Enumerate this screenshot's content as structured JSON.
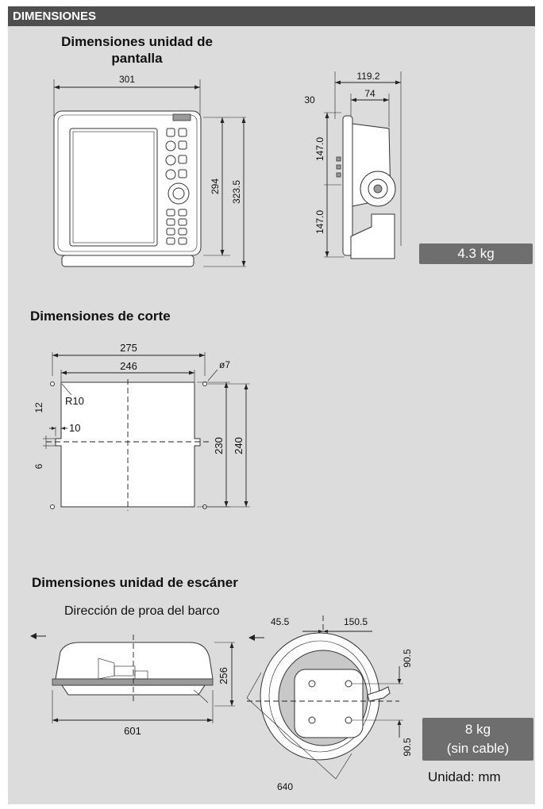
{
  "header": {
    "title": "DIMENSIONES"
  },
  "display_unit": {
    "title": "Dimensiones unidad de pantalla",
    "width": "301",
    "height_inner": "294",
    "height_total": "323.5",
    "depth_total": "119.2",
    "depth_body": "74",
    "front_thickness": "30",
    "upper_half": "147.0",
    "lower_half": "147.0",
    "weight": "4.3 kg"
  },
  "cutout": {
    "title": "Dimensiones de corte",
    "outer_width": "275",
    "inner_width": "246",
    "hole": "ø7",
    "radius": "R10",
    "notch_depth": "10",
    "top_offset": "12",
    "notch_height": "6",
    "inner_height": "230",
    "outer_height": "240"
  },
  "scanner": {
    "title": "Dimensiones unidad de escáner",
    "bow_direction": "Dirección de proa del barco",
    "width": "601",
    "height": "256",
    "diameter": "640",
    "offset_left": "45.5",
    "offset_right": "150.5",
    "offset_top": "90.5",
    "offset_bottom": "90.5",
    "weight_line1": "8 kg",
    "weight_line2": "(sin cable)",
    "unit_label": "Unidad: mm"
  }
}
